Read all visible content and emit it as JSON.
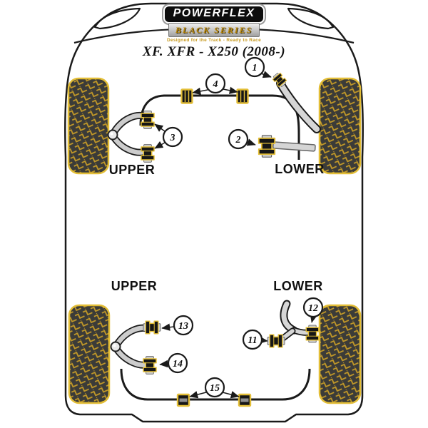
{
  "header": {
    "brand": "POWERFLEX",
    "series": "BLACK SERIES",
    "tagline": "Designed for the Track - Ready to Race",
    "title": "XF. XFR - X250 (2008-)"
  },
  "sections": {
    "front": {
      "upper_label": "UPPER",
      "lower_label": "LOWER"
    },
    "rear": {
      "upper_label": "UPPER",
      "lower_label": "LOWER"
    }
  },
  "callouts": {
    "c1": "1",
    "c2": "2",
    "c3": "3",
    "c4": "4",
    "c11": "11",
    "c12": "12",
    "c13": "13",
    "c14": "14",
    "c15": "15"
  },
  "colors": {
    "accent_gold": "#E3BE37",
    "tread_gold": "#C49A28",
    "tire_fill": "#3B3B38",
    "outline_black": "#1A1A1A",
    "metal_grey": "#CFCFCF",
    "logo_gold": "#D9A520"
  }
}
